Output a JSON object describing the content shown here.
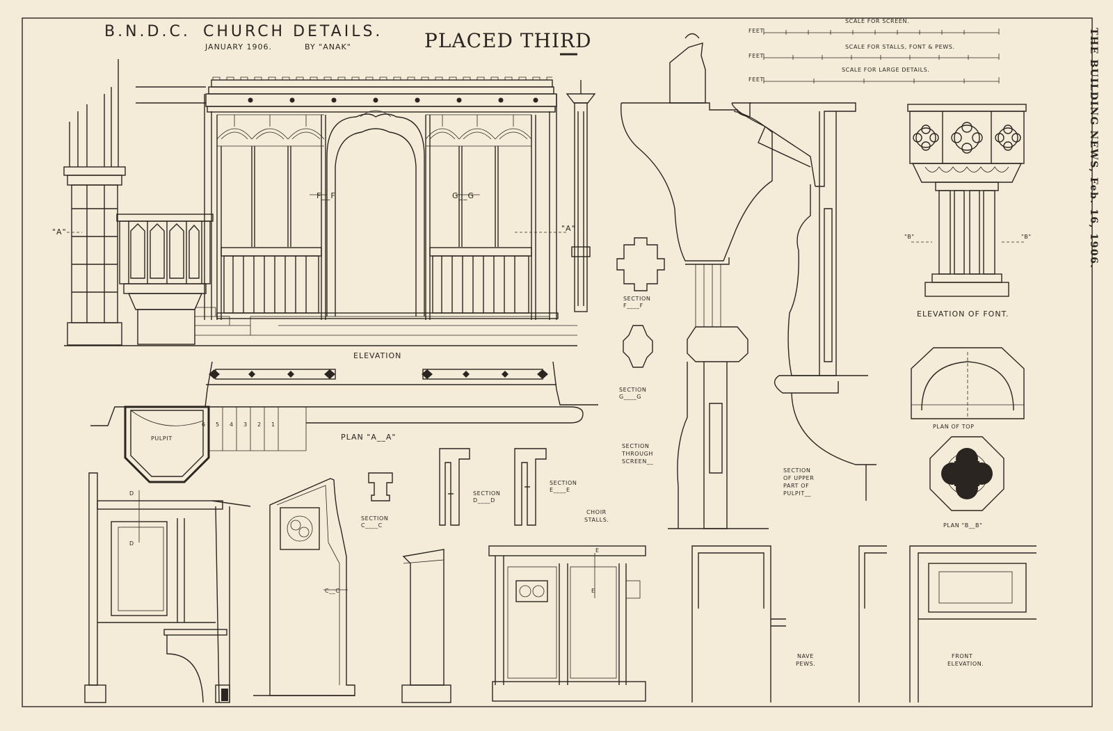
{
  "header": {
    "society": "B.N.D.C.",
    "title": "CHURCH DETAILS.",
    "date": "JANUARY 1906.",
    "author": "BY \"ANAK\"",
    "placement": "PLACED THIRD"
  },
  "side_caption": "THE BUILDING NEWS, Feb. 16, 1906.",
  "scales": [
    {
      "prefix": "FEET",
      "label": "SCALE FOR SCREEN."
    },
    {
      "prefix": "FEET",
      "label": "SCALE FOR STALLS, FONT & PEWS."
    },
    {
      "prefix": "FEET",
      "label": "SCALE FOR LARGE DETAILS."
    }
  ],
  "labels": {
    "elevation": "ELEVATION",
    "plan_aa": "PLAN \"A__A\"",
    "pulpit": "PULPIT",
    "marker_a": "\"A\"",
    "ff": "F__F",
    "gg": "G__G",
    "section_ff": "SECTION",
    "section_ff_sub": "F____F",
    "section_gg": "SECTION",
    "section_gg_sub": "G____G",
    "section_screen_1": "SECTION",
    "section_screen_2": "THROUGH",
    "section_screen_3": "SCREEN__",
    "section_pulpit_1": "SECTION",
    "section_pulpit_2": "OF UPPER",
    "section_pulpit_3": "PART OF",
    "section_pulpit_4": "PULPIT__",
    "elevation_font": "ELEVATION OF FONT.",
    "plan_top": "PLAN OF TOP",
    "plan_bb": "PLAN \"B__B\"",
    "marker_b": "\"B\"",
    "section_cc": "SECTION",
    "section_cc_sub": "C____C",
    "section_dd": "SECTION",
    "section_dd_sub": "D____D",
    "section_ee": "SECTION",
    "section_ee_sub": "E____E",
    "choir_1": "CHOIR",
    "choir_2": "STALLS.",
    "cc": "C__C",
    "d": "D",
    "e": "E",
    "nave_1": "NAVE",
    "nave_2": "PEWS.",
    "front_1": "FRONT",
    "front_2": "ELEVATION.",
    "steps": [
      "6",
      "5",
      "4",
      "3",
      "2",
      "1"
    ]
  }
}
